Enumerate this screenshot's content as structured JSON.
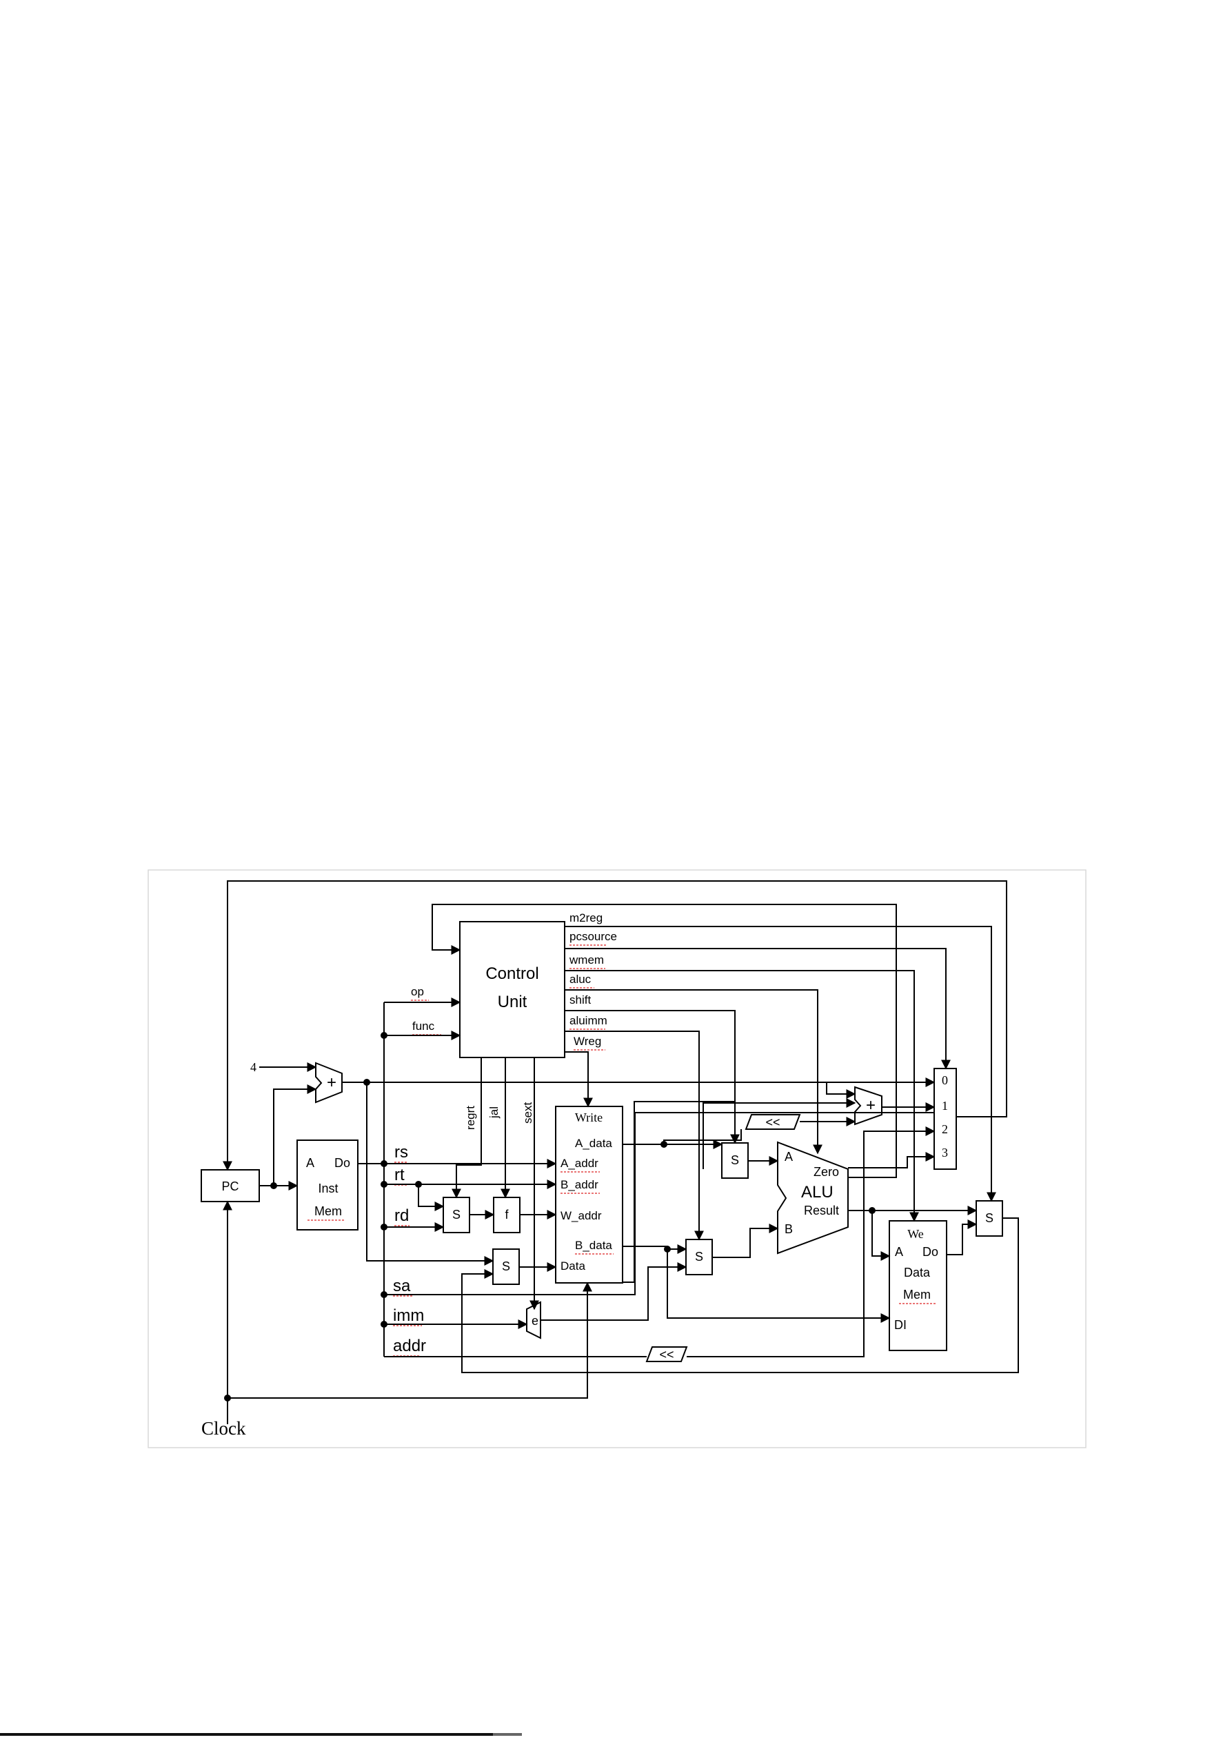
{
  "blocks": {
    "control_unit": [
      "Control",
      "Unit"
    ],
    "pc": "PC",
    "inst_mem": {
      "a": "A",
      "do": "Do",
      "line1": "Inst",
      "line2": "Mem"
    },
    "regfile": {
      "write": "Write",
      "a_data": "A_data",
      "a_addr": "A_addr",
      "b_addr": "B_addr",
      "w_addr": "W_addr",
      "b_data": "B_data",
      "data": "Data"
    },
    "alu": {
      "a": "A",
      "b": "B",
      "zero": "Zero",
      "name": "ALU",
      "result": "Result"
    },
    "data_mem": {
      "we": "We",
      "a": "A",
      "do": "Do",
      "line1": "Data",
      "line2": "Mem",
      "di": "DI"
    },
    "mux_label": "S",
    "f_label": "f",
    "ext_label": "e",
    "shift_label": "<<",
    "adder_label": "+",
    "const_four": "4",
    "pc_mux_inputs": [
      "0",
      "1",
      "2",
      "3"
    ]
  },
  "control_outputs": [
    "m2reg",
    "pcsource",
    "wmem",
    "aluc",
    "shift",
    "aluimm",
    "Wreg"
  ],
  "control_inputs": [
    "op",
    "func"
  ],
  "control_down": [
    "regrt",
    "jal",
    "sext"
  ],
  "instruction_fields": [
    "rs",
    "rt",
    "rd",
    "sa",
    "imm",
    "addr"
  ],
  "clock": "Clock",
  "colors": {
    "wire": "#000000",
    "squiggle": "#dd2222",
    "frame": "#d9d9d9"
  }
}
